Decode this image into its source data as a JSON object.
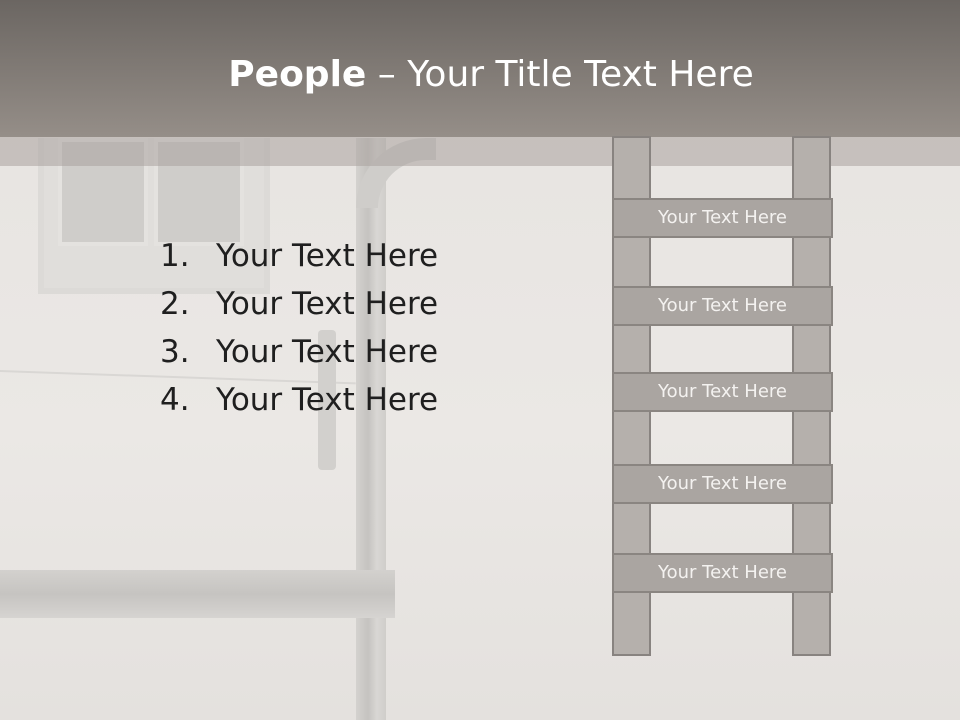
{
  "slide": {
    "title_bold": "People",
    "title_rest": " – Your Title Text Here"
  },
  "list": {
    "items": [
      {
        "number": "1.",
        "text": "Your Text Here"
      },
      {
        "number": "2.",
        "text": "Your Text Here"
      },
      {
        "number": "3.",
        "text": "Your Text Here"
      },
      {
        "number": "4.",
        "text": "Your Text Here"
      }
    ]
  },
  "ladder": {
    "rungs": [
      {
        "text": "Your Text Here"
      },
      {
        "text": "Your Text Here"
      },
      {
        "text": "Your Text Here"
      },
      {
        "text": "Your Text Here"
      },
      {
        "text": "Your Text Here"
      }
    ]
  },
  "colors": {
    "header": "#7e7873",
    "ladder_fill": "#aaa5a1",
    "text_dark": "#1f1f1f"
  }
}
